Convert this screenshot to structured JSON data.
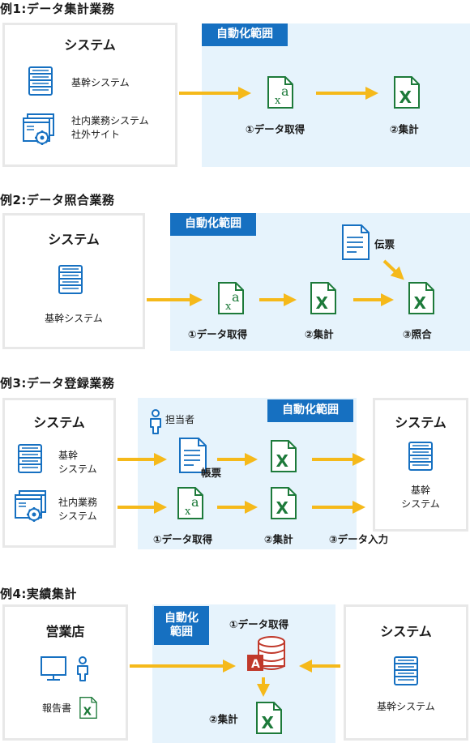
{
  "auto_label": "自動化範囲",
  "ex1": {
    "title": "例1:データ集計業務",
    "system_title": "システム",
    "core_system": "基幹システム",
    "internal_system": "社内業務システム",
    "external_site": "社外サイト",
    "step1": "①データ取得",
    "step2": "②集計"
  },
  "ex2": {
    "title": "例2:データ照合業務",
    "system_title": "システム",
    "core_system": "基幹システム",
    "voucher": "伝票",
    "step1": "①データ取得",
    "step2": "②集計",
    "step3": "③照合"
  },
  "ex3": {
    "title": "例3:データ登録業務",
    "system_title": "システム",
    "core_system": "基幹\nシステム",
    "internal_system": "社内業務\nシステム",
    "person": "担当者",
    "form": "帳票",
    "step1": "①データ取得",
    "step2": "②集計",
    "step3": "③データ入力",
    "target_title": "システム",
    "target_core": "基幹\nシステム"
  },
  "ex4": {
    "title": "例4:実績集計",
    "branch_title": "営業店",
    "report": "報告書",
    "auto_label": "自動化\n範囲",
    "step1": "①データ取得",
    "step2": "②集計",
    "system_title": "システム",
    "core_system": "基幹システム"
  },
  "icons": {
    "server": "server-icon",
    "window_gear": "window-gear-icon",
    "excel_a": "excel-data-icon",
    "excel_x": "excel-icon",
    "document": "document-icon",
    "person": "person-icon",
    "monitor": "monitor-icon",
    "database": "database-icon"
  },
  "colors": {
    "arrow": "#f5b91a",
    "accent_blue": "#1670c1",
    "auto_bg": "#e6f3fc",
    "excel_green": "#1d7a3a",
    "access_red": "#c0392b",
    "border": "#e8e8e8"
  }
}
